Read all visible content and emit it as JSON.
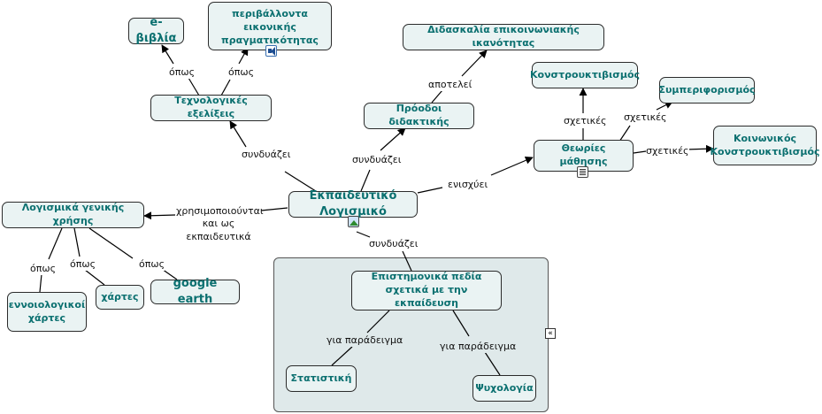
{
  "nodes": {
    "main": "Εκπαιδευτικό Λογισμικό",
    "tech": "Τεχνολογικές εξελίξεις",
    "ebooks": "e-βιβλία",
    "vr": "περιβάλλοντα εικονικής πραγματικότητας",
    "progress": "Πρόοδοι διδακτικής",
    "teaching": "Διδασκαλία επικοινωνιακής ικανότητας",
    "theories": "Θεωρίες μάθησης",
    "constructivism": "Κονστρουκτιβισμός",
    "behaviorism": "Συμπεριφορισμός",
    "social": "Κοινωνικός Κονστρουκτιβισμός",
    "general": "Λογισμικά γενικής χρήσης",
    "concept": "εννοιολογικοί χάρτες",
    "maps": "χάρτες",
    "gearth": "google earth",
    "fields": "Επιστημονικά πεδία σχετικά με την εκπαίδευση",
    "stats": "Στατιστική",
    "psych": "Ψυχολογία"
  },
  "links": {
    "opos1": "όπως",
    "opos2": "όπως",
    "combines1": "συνδυάζει",
    "combines2": "συνδυάζει",
    "combines3": "συνδυάζει",
    "constitutes": "αποτελεί",
    "strengthens": "ενισχύει",
    "related1": "σχετικές",
    "related2": "σχετικές",
    "related3": "σχετικές",
    "used_as": "χρησιμοποιούνται και ως εκπαιδευτικά",
    "opos3": "όπως",
    "opos4": "όπως",
    "opos5": "όπως",
    "example1": "για παράδειγμα",
    "example2": "για παράδειγμα"
  },
  "icons": [
    "speaker-icon",
    "document-icon",
    "image-icon",
    "collapse-icon"
  ],
  "colors": {
    "node_fill": "#eaf3f3",
    "node_text": "#0b7070",
    "group_fill": "#dfe9ea",
    "line": "#000000"
  }
}
